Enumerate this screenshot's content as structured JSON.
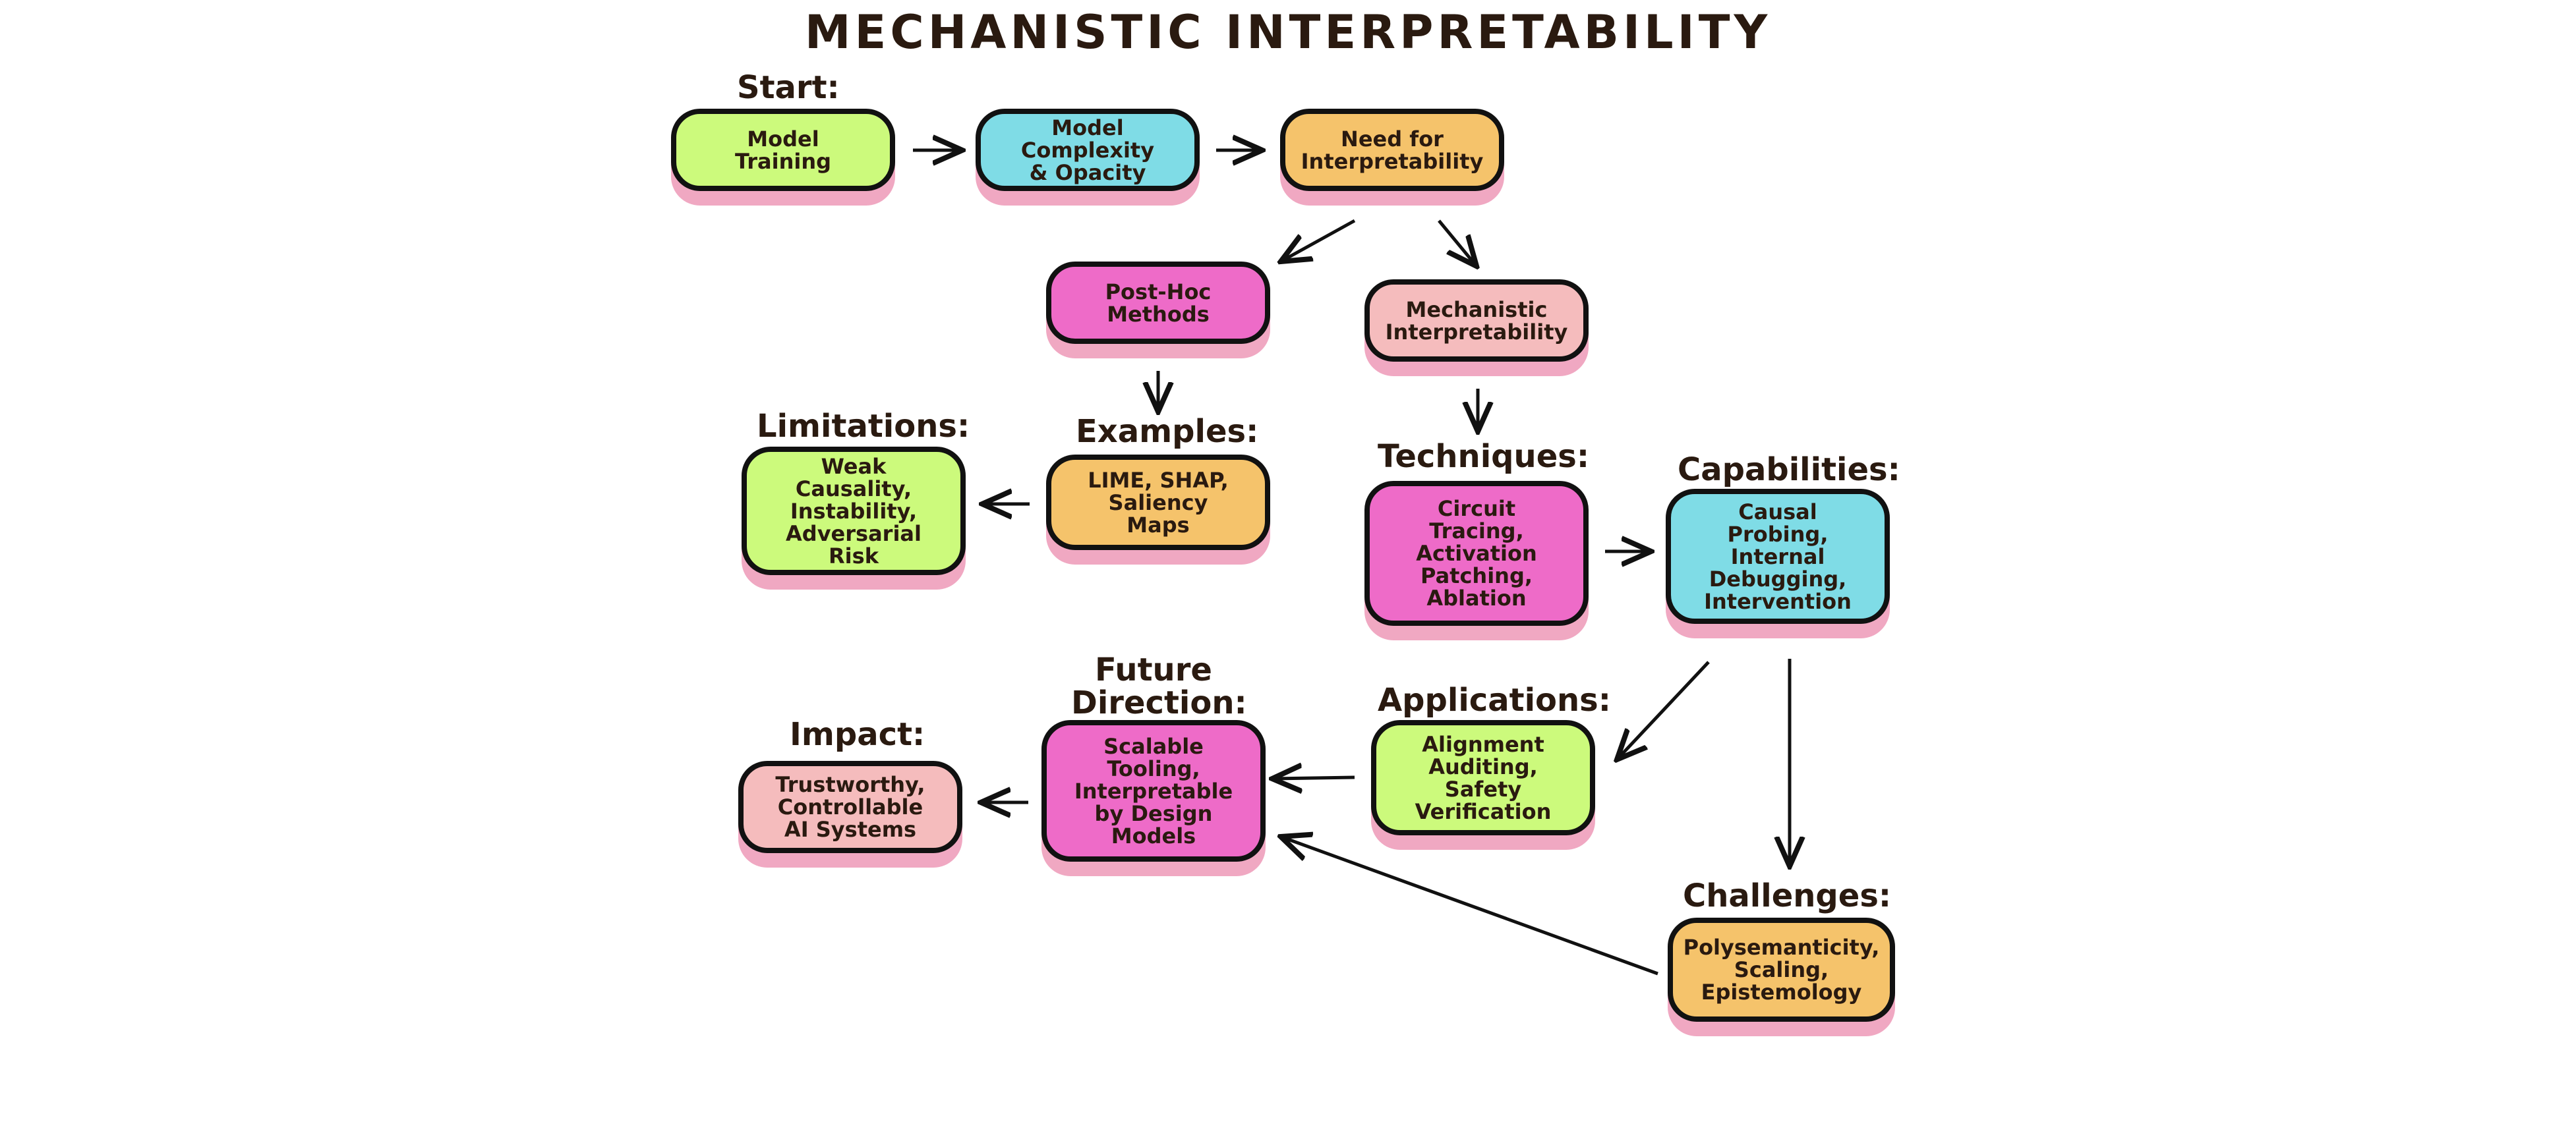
{
  "title": "MECHANISTIC INTERPRETABILITY",
  "colors": {
    "lime": "#ccfa7c",
    "cyan": "#7fdce6",
    "orange": "#f5c36b",
    "magenta": "#ee6bc8",
    "pink": "#f5bcbd",
    "shadow": "#f0a8c2",
    "border": "#111111",
    "text": "#2a1a10"
  },
  "labels": {
    "start": "Start:",
    "examples": "Examples:",
    "limitations": "Limitations:",
    "techniques": "Techniques:",
    "capabilities": "Capabilities:",
    "future_direction": "Future\nDirection:",
    "applications": "Applications:",
    "impact": "Impact:",
    "challenges": "Challenges:"
  },
  "nodes": {
    "model_training": "Model\nTraining",
    "model_complexity": "Model Complexity\n& Opacity",
    "need_interpretability": "Need for\nInterpretability",
    "post_hoc": "Post-Hoc\nMethods",
    "mechanistic": "Mechanistic\nInterpretability",
    "lime_shap": "LIME, SHAP,\nSaliency\nMaps",
    "limitations": "Weak\nCausality,\nInstability,\nAdversarial\nRisk",
    "techniques": "Circuit\nTracing,\nActivation\nPatching,\nAblation",
    "capabilities": "Causal\nProbing,\nInternal\nDebugging,\nIntervention",
    "applications": "Alignment\nAuditing,\nSafety\nVerification",
    "future": "Scalable\nTooling,\nInterpretable\nby Design\nModels",
    "impact": "Trustworthy,\nControllable\nAI Systems",
    "challenges": "Polysemanticity,\nScaling,\nEpistemology"
  }
}
